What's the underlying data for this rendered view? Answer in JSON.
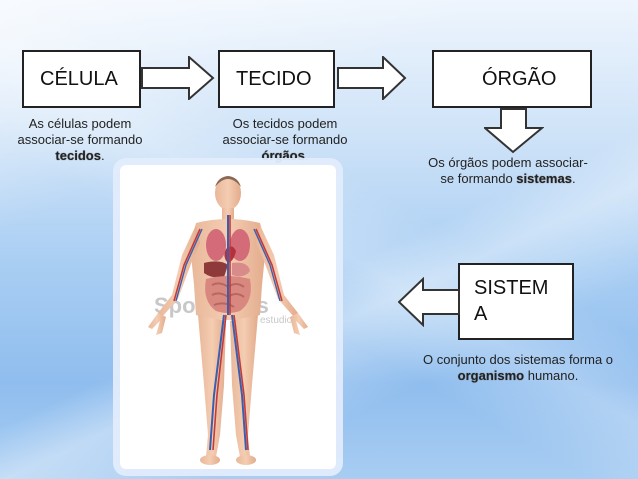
{
  "colors": {
    "background_top": "#eef5fd",
    "background_bottom": "#8fbdee",
    "box_fill": "#ffffff",
    "box_border": "#222222",
    "text": "#222222"
  },
  "flow": {
    "celula": {
      "label": "CÉLULA",
      "desc_before": "As células podem associar-se formando ",
      "desc_key": "tecidos",
      "desc_after": "."
    },
    "tecido": {
      "label": "TECIDO",
      "desc_before": "Os tecidos podem associar-se formando ",
      "desc_key": "órgãos",
      "desc_after": "."
    },
    "orgao": {
      "label": "ÓRGÃO",
      "desc_before": "Os órgãos podem associar-se formando ",
      "desc_key": "sistemas",
      "desc_after": "."
    },
    "sistema": {
      "label": "SISTEM A",
      "desc_before": "O conjunto dos sistemas forma o ",
      "desc_key": "organismo",
      "desc_after": " humano."
    }
  },
  "illustration": {
    "subject": "human-anatomy-body",
    "watermark": "Sportopsis",
    "watermark_sub": "estudio"
  },
  "icons": [
    "arrow-right-icon",
    "arrow-right-icon",
    "arrow-down-icon",
    "arrow-left-icon"
  ]
}
